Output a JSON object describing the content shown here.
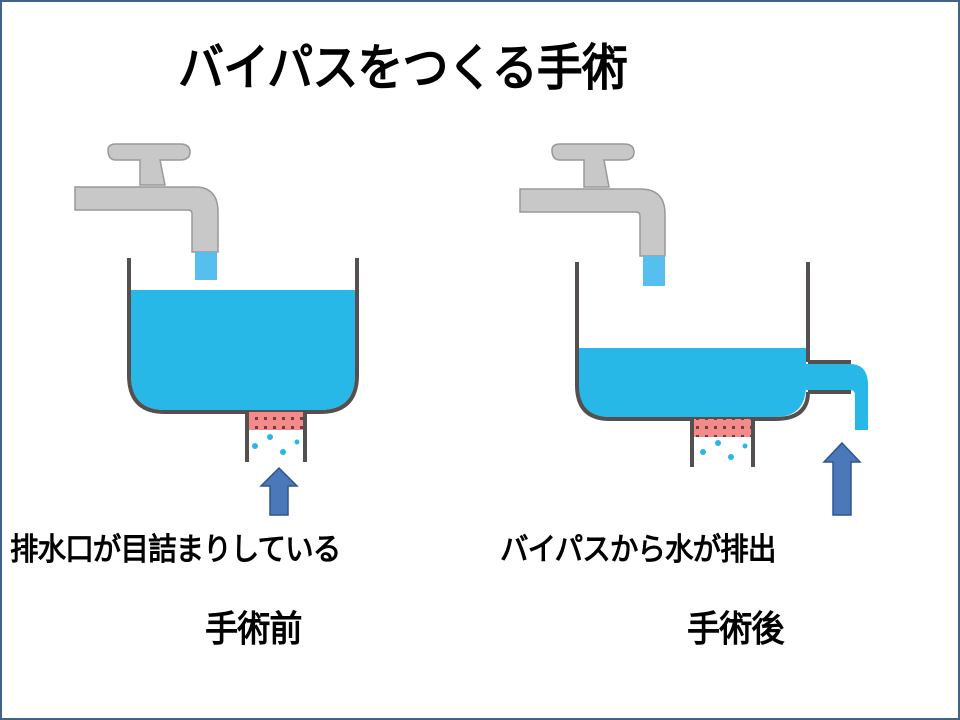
{
  "title": "バイパスをつくる手術",
  "before": {
    "description": "排水口が目詰まりしている",
    "caption": "手術前"
  },
  "after": {
    "description": "バイパスから水が排出",
    "caption": "手術後"
  },
  "colors": {
    "water": "#27b8e8",
    "wall": "#555050",
    "faucet": "#c8c8c8",
    "clog": "#f27a7a",
    "arrow": "#4a78b8",
    "border": "#41648c"
  }
}
